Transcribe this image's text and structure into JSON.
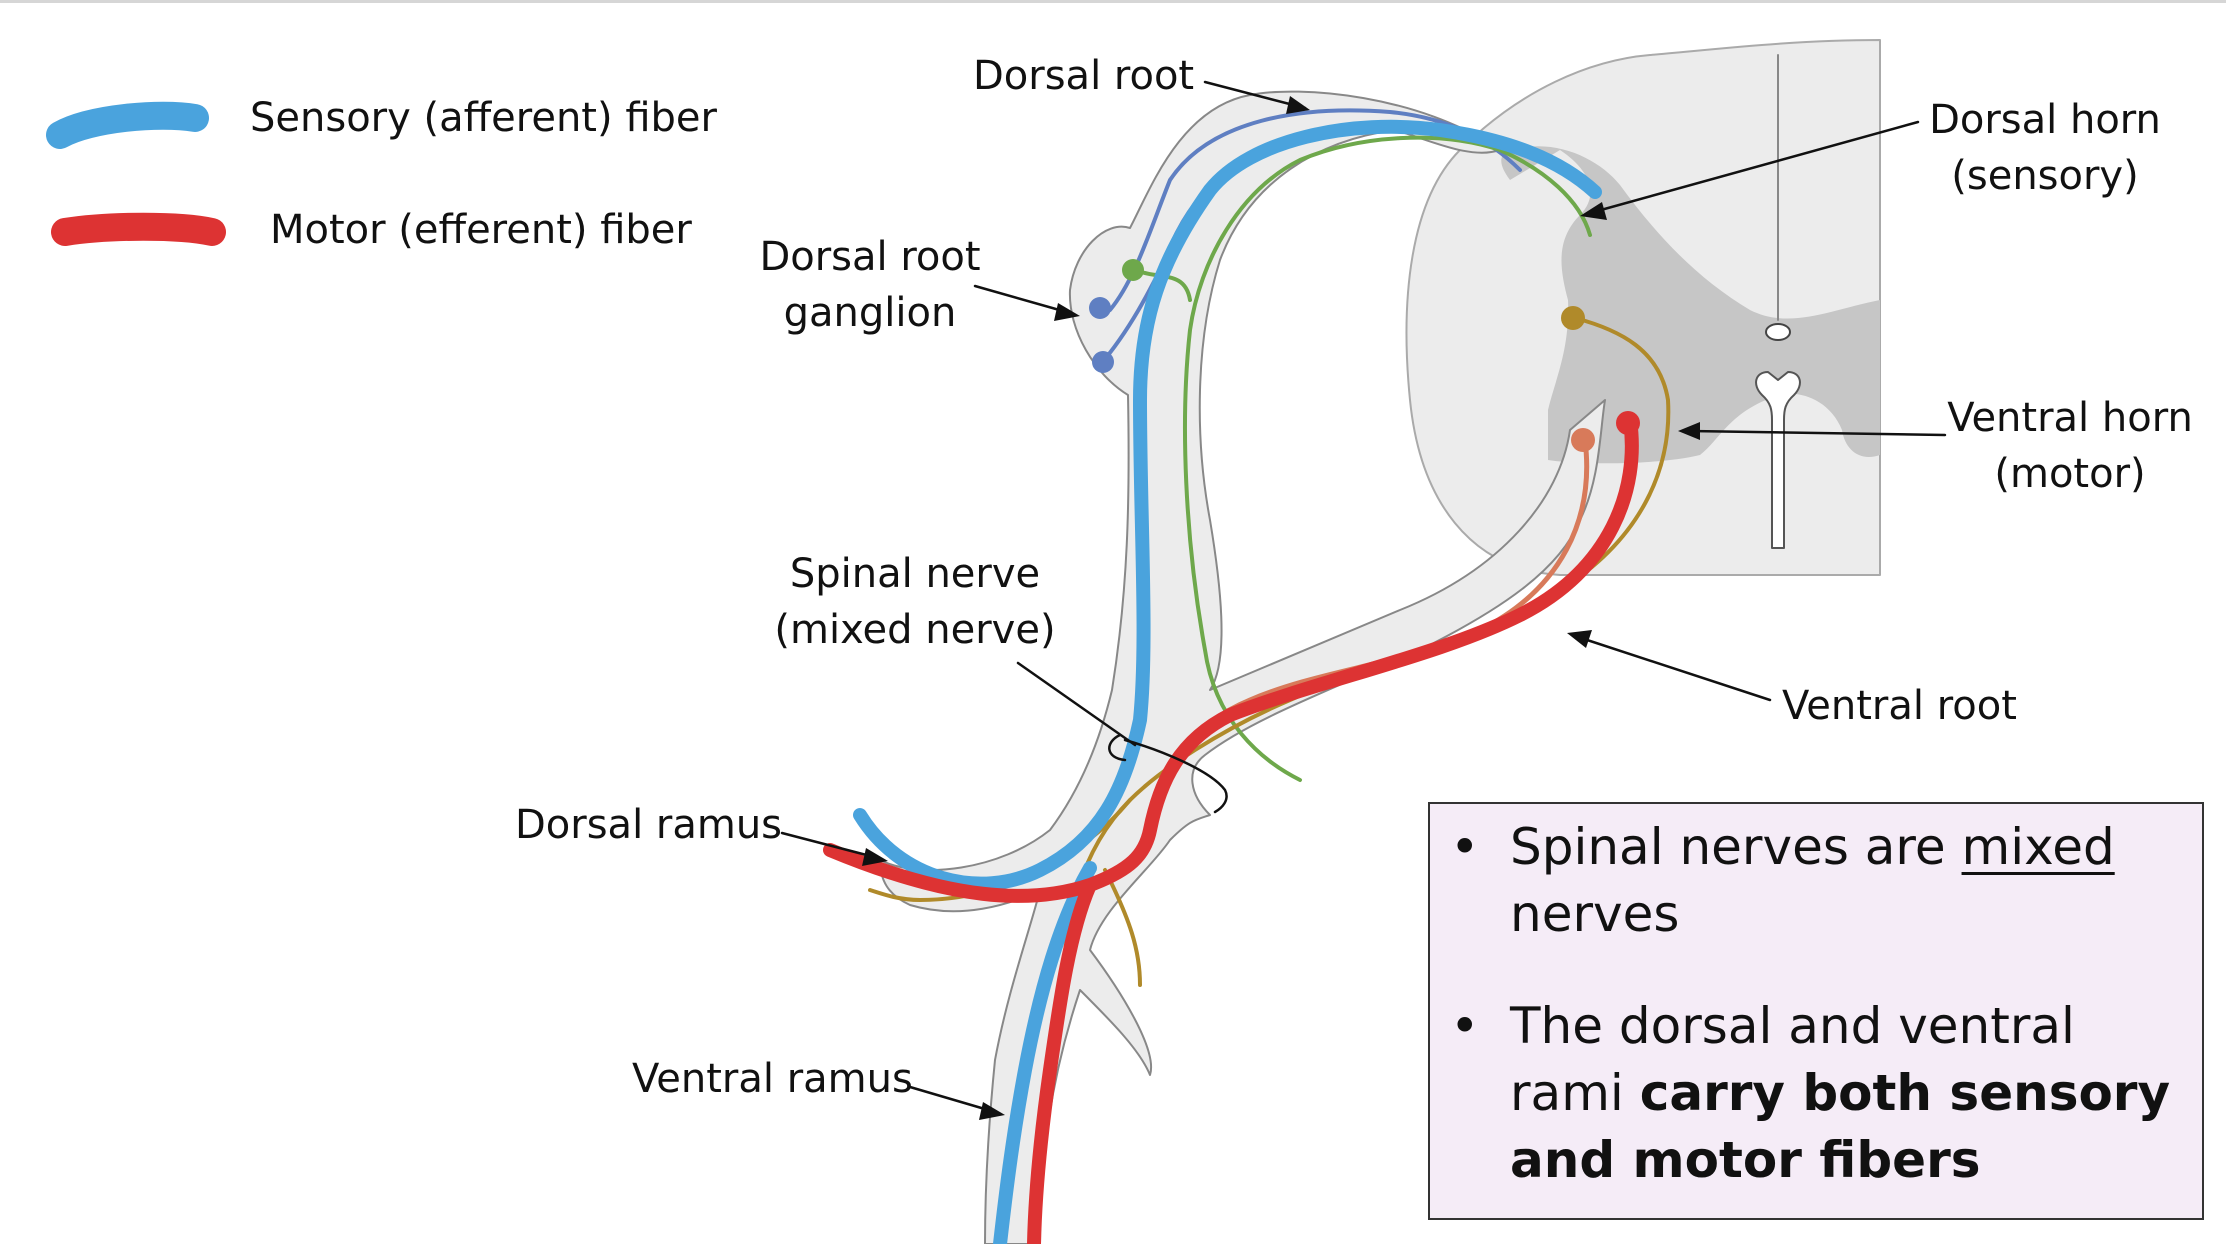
{
  "legend": {
    "items": [
      {
        "label": "Sensory (afferent) fiber",
        "color": "#4aa3dd"
      },
      {
        "label": "Motor (efferent) fiber",
        "color": "#dd3333"
      }
    ]
  },
  "labels": {
    "dorsal_root": "Dorsal root",
    "dorsal_horn_1": "Dorsal horn",
    "dorsal_horn_2": "(sensory)",
    "drg_1": "Dorsal root",
    "drg_2": "ganglion",
    "ventral_horn_1": "Ventral horn",
    "ventral_horn_2": "(motor)",
    "spinal_nerve_1": "Spinal nerve",
    "spinal_nerve_2": "(mixed nerve)",
    "ventral_root": "Ventral root",
    "dorsal_ramus": "Dorsal ramus",
    "ventral_ramus": "Ventral ramus"
  },
  "note": {
    "bullet": "•",
    "b1_pre": "Spinal nerves are ",
    "b1_underlined": "mixed",
    "b1_post": " nerves",
    "b2_pre": "The dorsal and ventral rami ",
    "b2_bold": "carry both sensory and motor fibers"
  },
  "colors": {
    "sensory": "#4aa3dd",
    "motor": "#dd3333",
    "dorsal_root_fiber": "#5f7fc2",
    "green_fiber": "#6ea84b",
    "olive_fiber": "#b08a2a",
    "salmon_fiber": "#d87a5a",
    "grey_matter": "#c6c6c6",
    "white_matter": "#ececec",
    "note_bg": "#f5ecf7"
  }
}
